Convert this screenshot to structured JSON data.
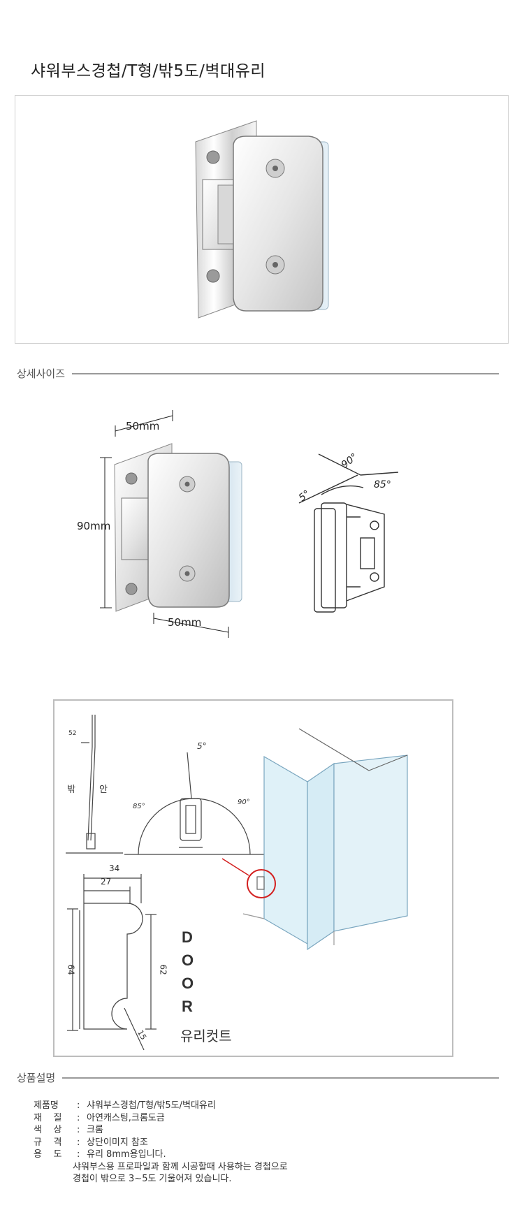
{
  "title": "샤워부스경첩/T형/밖5도/벽대유리",
  "sections": {
    "size": "상세사이즈",
    "description": "상품설명"
  },
  "dimensions": {
    "width_top": "50mm",
    "height": "90mm",
    "width_bottom": "50mm",
    "angle_90": "90°",
    "angle_85": "85°",
    "angle_5": "5°"
  },
  "technical": {
    "gap": "52",
    "outside": "밖",
    "inside": "안",
    "tilt": "5°",
    "left_angle": "85°",
    "right_angle": "90°",
    "w34": "34",
    "w27": "27",
    "h64": "64",
    "h62": "62",
    "r15": "15",
    "door": [
      "D",
      "O",
      "O",
      "R"
    ],
    "glass_cut": "유리컷트"
  },
  "specs": [
    {
      "key": "제품명",
      "value": "샤워부스경첩/T형/밖5도/벽대유리"
    },
    {
      "key": "재    질",
      "value": "아연캐스팅,크롬도금"
    },
    {
      "key": "색    상",
      "value": "크롬"
    },
    {
      "key": "규    격",
      "value": "상단이미지 참조"
    },
    {
      "key": "용    도",
      "value": "유리 8mm용입니다."
    }
  ],
  "spec_extra": [
    "샤워부스용 프로파일과 함께 시공할때 사용하는 경첩으로",
    "경첩이 밖으로 3~5도 기울어져 있습니다."
  ]
}
